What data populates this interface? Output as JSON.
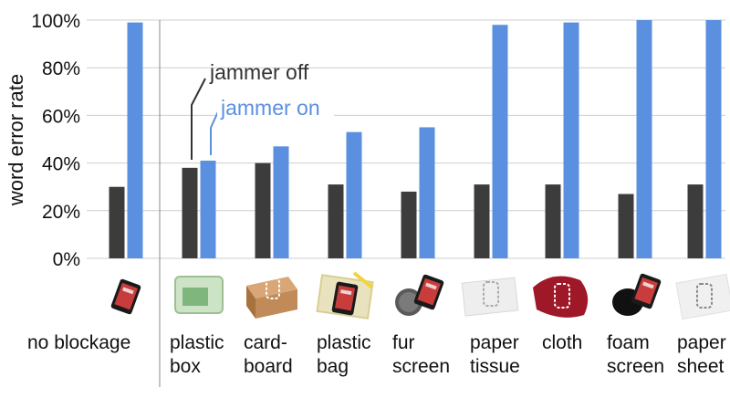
{
  "chart_data": {
    "type": "bar",
    "ylabel": "word error rate",
    "ylim": [
      0,
      100
    ],
    "yticks": [
      "0%",
      "20%",
      "40%",
      "60%",
      "80%",
      "100%"
    ],
    "grid": true,
    "categories": [
      [
        "no blockage"
      ],
      [
        "plastic",
        "box"
      ],
      [
        "card-",
        "board"
      ],
      [
        "plastic",
        "bag"
      ],
      [
        "fur",
        "screen"
      ],
      [
        "paper",
        "tissue"
      ],
      [
        "cloth"
      ],
      [
        "foam",
        "screen"
      ],
      [
        "paper",
        "sheet"
      ]
    ],
    "series": [
      {
        "name": "jammer off",
        "color": "#3c3c3c",
        "values": [
          30,
          38,
          40,
          31,
          28,
          31,
          31,
          27,
          31
        ]
      },
      {
        "name": "jammer on",
        "color": "#5b8fe0",
        "values": [
          99,
          41,
          47,
          53,
          55,
          98,
          99,
          100,
          100
        ]
      }
    ],
    "annotations": {
      "off": "jammer off",
      "on": "jammer on"
    },
    "icons": [
      "phone-icon",
      "plastic-box-icon",
      "cardboard-icon",
      "plastic-bag-icon",
      "fur-screen-icon",
      "paper-tissue-icon",
      "cloth-icon",
      "foam-screen-icon",
      "paper-sheet-icon"
    ]
  }
}
